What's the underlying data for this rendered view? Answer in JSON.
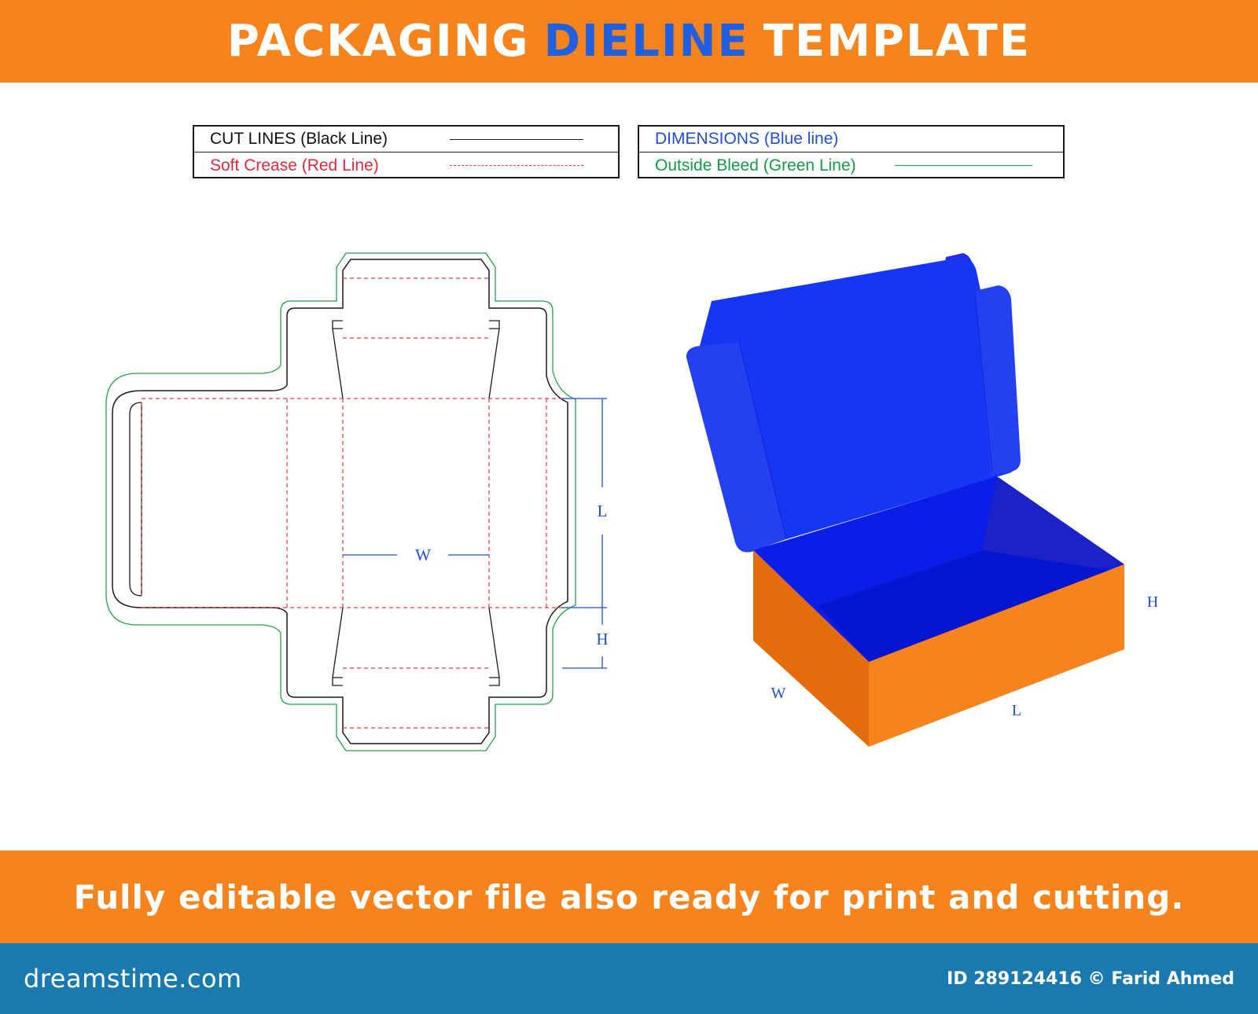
{
  "header": {
    "title_part1": "PACKAGING",
    "title_part2": "DIELINE",
    "title_part3": "TEMPLATE"
  },
  "legend": {
    "cut_lines": "CUT LINES (Black Line)",
    "soft_crease": "Soft Crease (Red Line)",
    "dimensions": "DIMENSIONS (Blue line)",
    "outside_bleed": "Outside Bleed (Green Line)"
  },
  "dieline": {
    "label_w": "W",
    "label_l": "L",
    "label_h": "H"
  },
  "box_3d": {
    "label_w": "W",
    "label_l": "L",
    "label_h": "H"
  },
  "tagline": "Fully editable vector file also ready for print and cutting.",
  "footer": {
    "logo": "dreamstime.com",
    "credit": "ID 289124416 © Farid Ahmed"
  },
  "colors": {
    "banner_orange": "#f7831c",
    "accent_blue": "#1f5fe0",
    "cut_black": "#1a1a1a",
    "crease_red": "#e8364a",
    "dimension_blue": "#1f4fd8",
    "bleed_green": "#22a04a",
    "box_interior_blue": "#1438f0",
    "box_side_orange": "#f7831c",
    "footer_blue": "#1a7ab0"
  }
}
